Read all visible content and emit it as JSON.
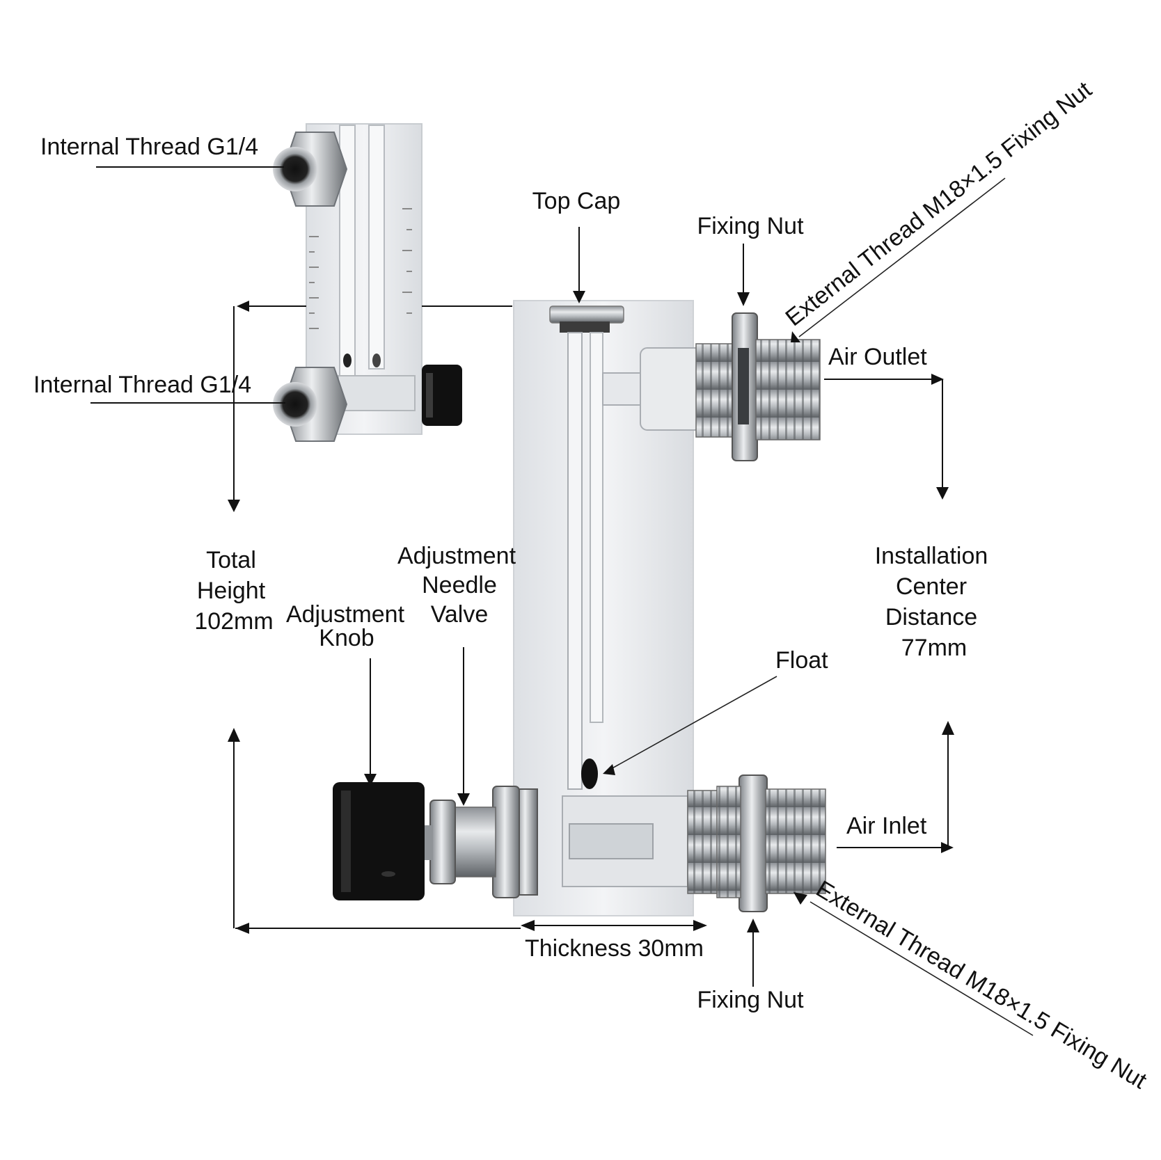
{
  "colors": {
    "acrylic_body": "#e9ebee",
    "metal": "#c9ccd0",
    "metal_dark": "#6e7276",
    "knob": "#101010",
    "line": "#111111"
  },
  "labels": {
    "internal_thread_top": "Internal Thread G1/4",
    "internal_thread_bottom": "Internal Thread G1/4",
    "top_cap": "Top Cap",
    "fixing_nut_top": "Fixing Nut",
    "external_thread_top": "External Thread M18×1.5 Fixing Nut",
    "air_outlet": "Air Outlet",
    "total_height": [
      "Total",
      "Height",
      "102mm"
    ],
    "adjustment_knob": [
      "Adjustment",
      "Knob"
    ],
    "adjustment_needle_valve": [
      "Adjustment",
      "Needle",
      "Valve"
    ],
    "installation_center_distance": [
      "Installation",
      "Center",
      "Distance",
      "77mm"
    ],
    "float": "Float",
    "air_inlet": "Air Inlet",
    "thickness": "Thickness 30mm",
    "fixing_nut_bottom": "Fixing Nut",
    "external_thread_bottom": "External Thread M18×1.5 Fixing Nut"
  },
  "icons": {
    "small_flowmeter": "flowmeter-front-view-icon",
    "main_flowmeter": "flowmeter-side-view-icon"
  }
}
